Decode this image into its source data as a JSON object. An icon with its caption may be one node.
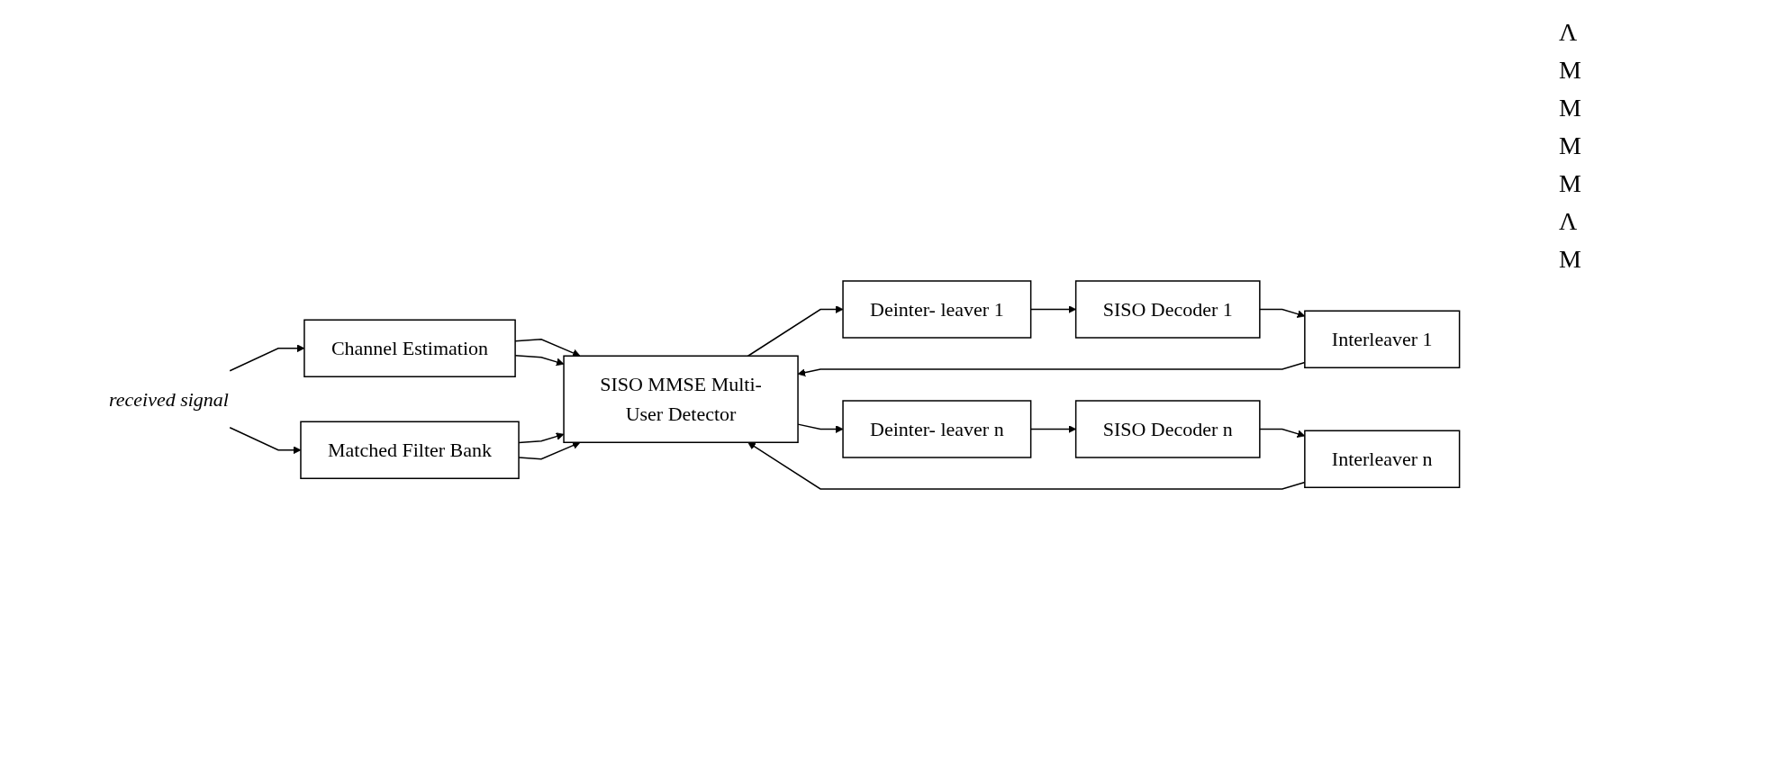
{
  "diagram": {
    "nodes": [
      {
        "text": [
          "received signal"
        ]
      },
      {
        "text": [
          "Channel Estimation"
        ]
      },
      {
        "text": [
          "Matched Filter Bank"
        ]
      },
      {
        "text": [
          "SISO MMSE Multi-User Detector"
        ]
      },
      {
        "text": [
          "Deinter- leaver 1"
        ]
      },
      {
        "text": [
          "SISO Decoder 1"
        ]
      },
      {
        "text": [
          "Interleaver 1"
        ]
      },
      {
        "text": [
          "Deinter- leaver n"
        ]
      },
      {
        "text": [
          "SISO Decoder n"
        ]
      },
      {
        "text": [
          "Interleaver n"
        ]
      }
    ],
    "edges": [
      {
        "from": 0,
        "to": 1,
        "arrow": "to"
      },
      {
        "from": 0,
        "to": 2,
        "arrow": "to"
      },
      {
        "from": 1,
        "to": 3,
        "arrow": "to"
      },
      {
        "from": 1,
        "to": 3,
        "arrow": "to"
      },
      {
        "from": 2,
        "to": 3,
        "arrow": "to"
      },
      {
        "from": 2,
        "to": 3,
        "arrow": "to"
      },
      {
        "from": 3,
        "to": 4,
        "arrow": "to"
      },
      {
        "from": 4,
        "to": 5,
        "arrow": "to"
      },
      {
        "from": 5,
        "to": 6,
        "arrow": "to"
      },
      {
        "from": 3,
        "to": 7,
        "arrow": "to"
      },
      {
        "from": 7,
        "to": 8,
        "arrow": "to"
      },
      {
        "from": 8,
        "to": 9,
        "arrow": "to"
      },
      {
        "from": 6,
        "to": 3,
        "arrow": "to"
      },
      {
        "from": 9,
        "to": 3,
        "arrow": "to"
      }
    ],
    "labels": [
      "Λ",
      "M",
      "M",
      "M",
      "M",
      "Λ",
      "M"
    ]
  }
}
